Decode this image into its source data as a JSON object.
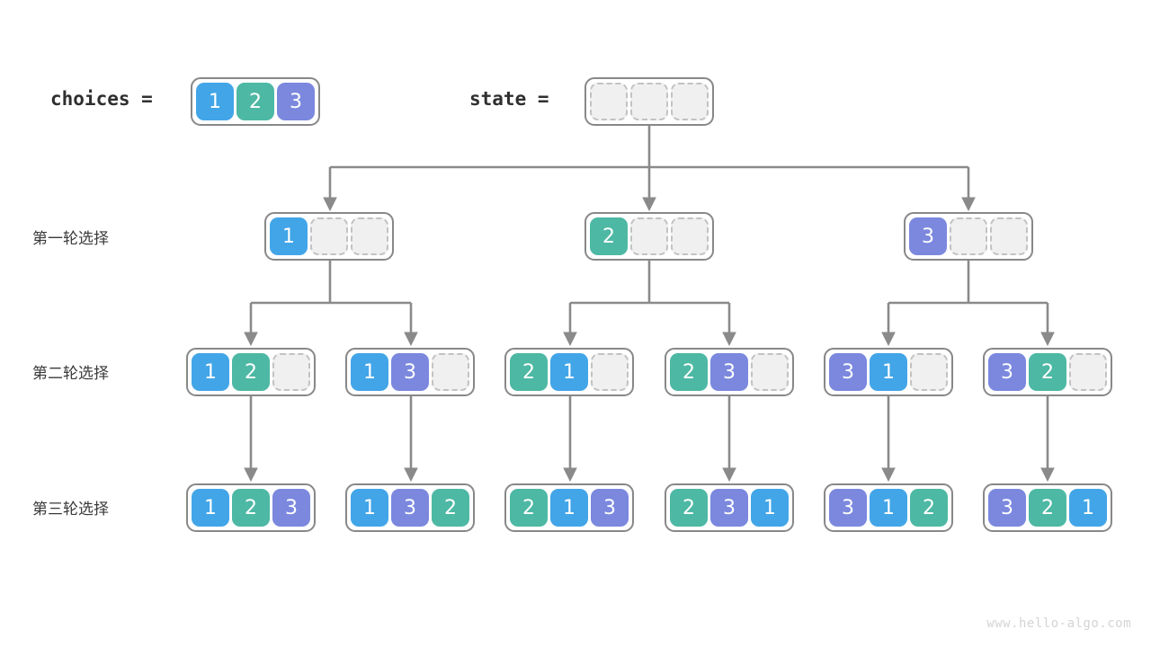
{
  "diagram": {
    "title_labels": {
      "choices": "choices =",
      "state": "state ="
    },
    "row_labels": [
      "第一轮选择",
      "第二轮选择",
      "第三轮选择"
    ],
    "watermark": "www.hello-algo.com",
    "colors": {
      "value_1": "#42a5e8",
      "value_2": "#4db8a4",
      "value_3": "#7b88de",
      "empty_fill": "#f0f0f0",
      "empty_border": "#c2c2c2",
      "node_border": "#888888",
      "wire": "#8a8a8a",
      "text": "#3a3a3a",
      "watermark": "#d4d4d4"
    },
    "nodes": {
      "choices": {
        "cells": [
          "1",
          "2",
          "3"
        ]
      },
      "state_root": {
        "cells": [
          "",
          "",
          ""
        ]
      },
      "round1": [
        {
          "cells": [
            "1",
            "",
            ""
          ]
        },
        {
          "cells": [
            "2",
            "",
            ""
          ]
        },
        {
          "cells": [
            "3",
            "",
            ""
          ]
        }
      ],
      "round2": [
        {
          "cells": [
            "1",
            "2",
            ""
          ]
        },
        {
          "cells": [
            "1",
            "3",
            ""
          ]
        },
        {
          "cells": [
            "2",
            "1",
            ""
          ]
        },
        {
          "cells": [
            "2",
            "3",
            ""
          ]
        },
        {
          "cells": [
            "3",
            "1",
            ""
          ]
        },
        {
          "cells": [
            "3",
            "2",
            ""
          ]
        }
      ],
      "round3": [
        {
          "cells": [
            "1",
            "2",
            "3"
          ]
        },
        {
          "cells": [
            "1",
            "3",
            "2"
          ]
        },
        {
          "cells": [
            "2",
            "1",
            "3"
          ]
        },
        {
          "cells": [
            "2",
            "3",
            "1"
          ]
        },
        {
          "cells": [
            "3",
            "1",
            "2"
          ]
        },
        {
          "cells": [
            "3",
            "2",
            "1"
          ]
        }
      ]
    }
  }
}
